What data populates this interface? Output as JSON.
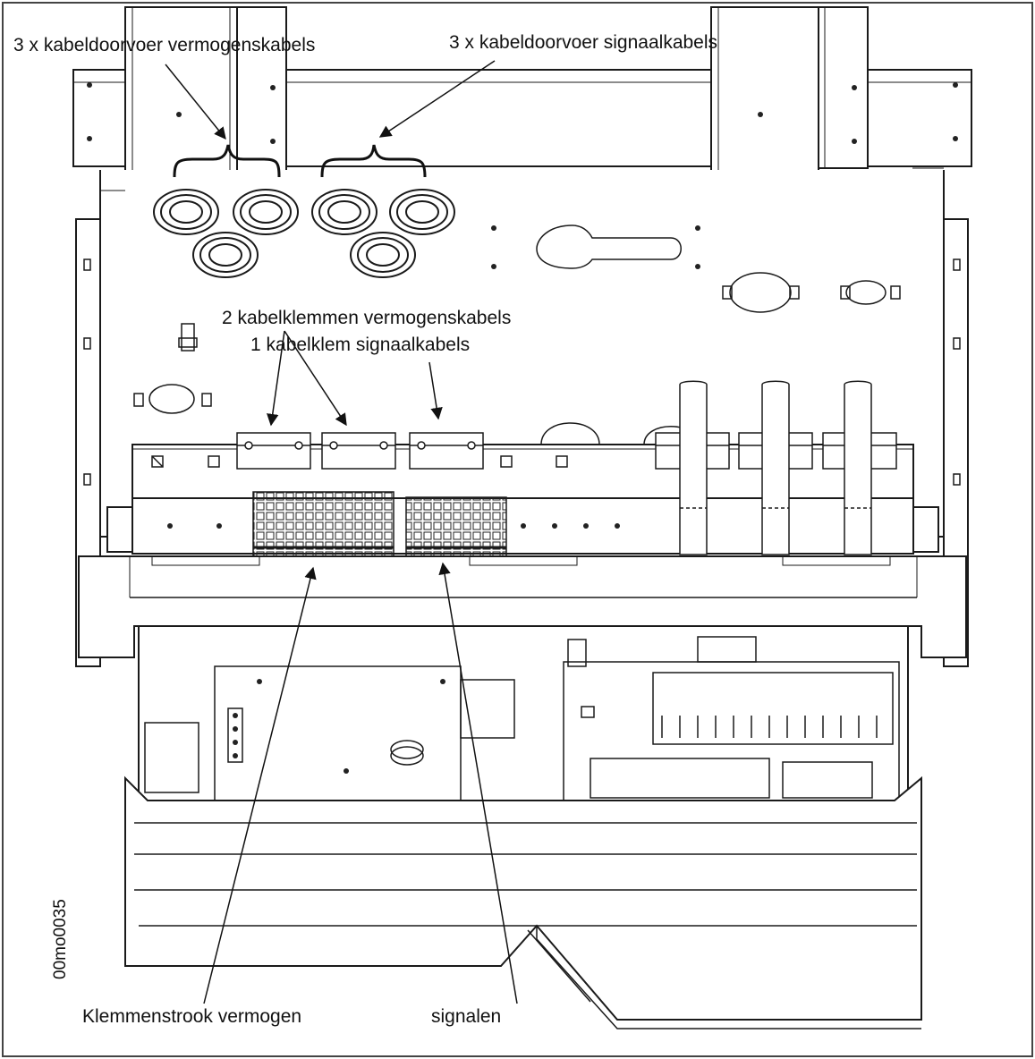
{
  "labels": {
    "power_cable_entries": "3 x kabeldoorvoer vermogenskabels",
    "signal_cable_entries": "3 x kabeldoorvoer signaalkabels",
    "cable_clamps_power": "2 kabelklemmen vermogenskabels",
    "cable_clamp_signal": "1 kabelklem signaalkabels",
    "terminal_strip_power": "Klemmenstrook vermogen",
    "terminal_strip_signal": "signalen"
  },
  "figure_id": "00mo0035"
}
